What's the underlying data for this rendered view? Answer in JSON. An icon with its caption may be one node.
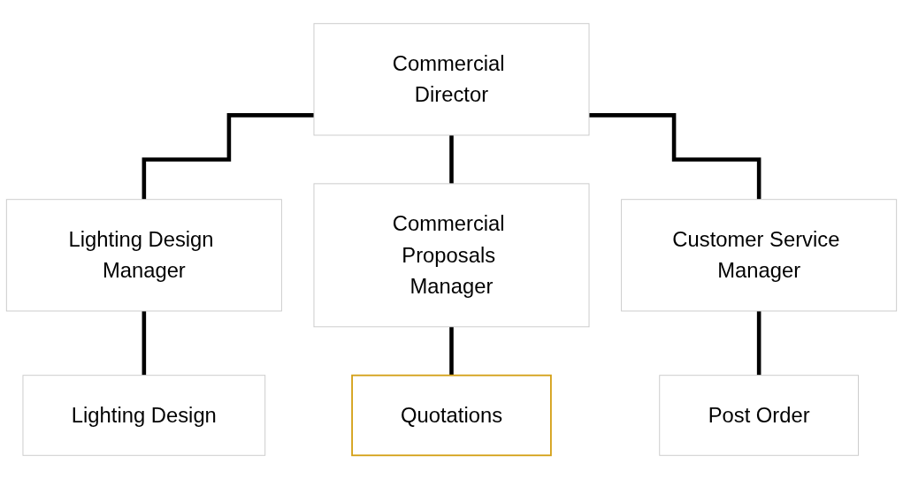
{
  "diagram": {
    "nodes": [
      {
        "text": [
          "Commercial Director"
        ]
      },
      {
        "text": [
          "Lighting Design Manager"
        ]
      },
      {
        "text": [
          "Commercial Proposals Manager"
        ]
      },
      {
        "text": [
          "Customer Service Manager"
        ]
      },
      {
        "text": [
          "Lighting Design"
        ]
      },
      {
        "text": [
          "Quotations"
        ]
      },
      {
        "text": [
          "Post Order"
        ]
      }
    ],
    "edges": [
      {
        "from": 0,
        "to": 1,
        "arrow": "none"
      },
      {
        "from": 0,
        "to": 2,
        "arrow": "none"
      },
      {
        "from": 0,
        "to": 3,
        "arrow": "none"
      },
      {
        "from": 1,
        "to": 4,
        "arrow": "none"
      },
      {
        "from": 2,
        "to": 5,
        "arrow": "none"
      },
      {
        "from": 3,
        "to": 6,
        "arrow": "none"
      }
    ]
  }
}
